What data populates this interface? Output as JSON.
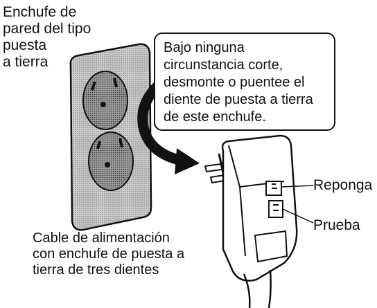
{
  "labels": {
    "outlet": "Enchufe de\npared del tipo\npuesta\na tierra",
    "warning": "Bajo ninguna\ncircunstancia corte,\ndesmonte o puentee el\ndiente de puesta a tierra\nde este enchufe.",
    "reset": "Reponga",
    "test": "Prueba",
    "cable": "Cable de alimentación\ncon enchufe de puesta a\ntierra de tres dientes"
  }
}
